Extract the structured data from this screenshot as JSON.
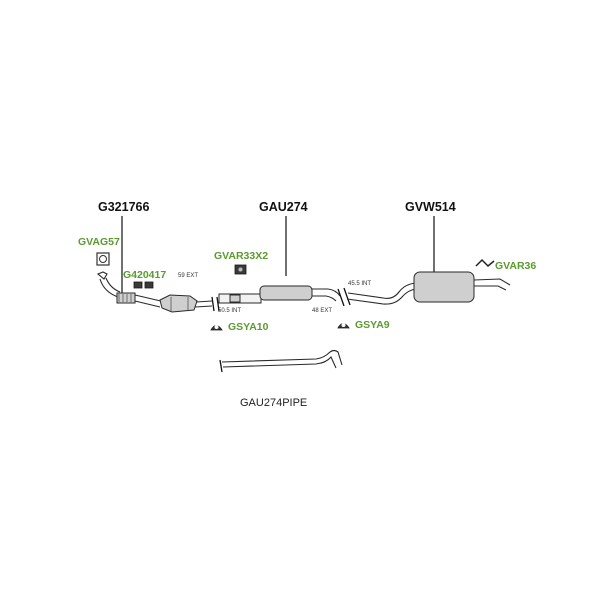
{
  "labels": {
    "catalyst": "G321766",
    "center_pipe": "GAU274",
    "rear_silencer": "GVW514",
    "gasket": "GVAG57",
    "clamp_front": "G420417",
    "clamp_mid": "GVAR33X2",
    "rubber_rear": "GVAR36",
    "mount_front": "GSYA10",
    "mount_rear": "GSYA9",
    "pipe_only": "GAU274PIPE"
  },
  "dimensions": {
    "d1": "59 EXT",
    "d2": "50.5 INT",
    "d3": "45.5 INT",
    "d4": "48 EXT"
  },
  "colors": {
    "part_number": "#111111",
    "accessory": "#5a9a2e"
  },
  "icons": [
    "gasket-icon",
    "clamp-icon",
    "rubber-hanger-icon",
    "mounting-rubber-icon"
  ]
}
